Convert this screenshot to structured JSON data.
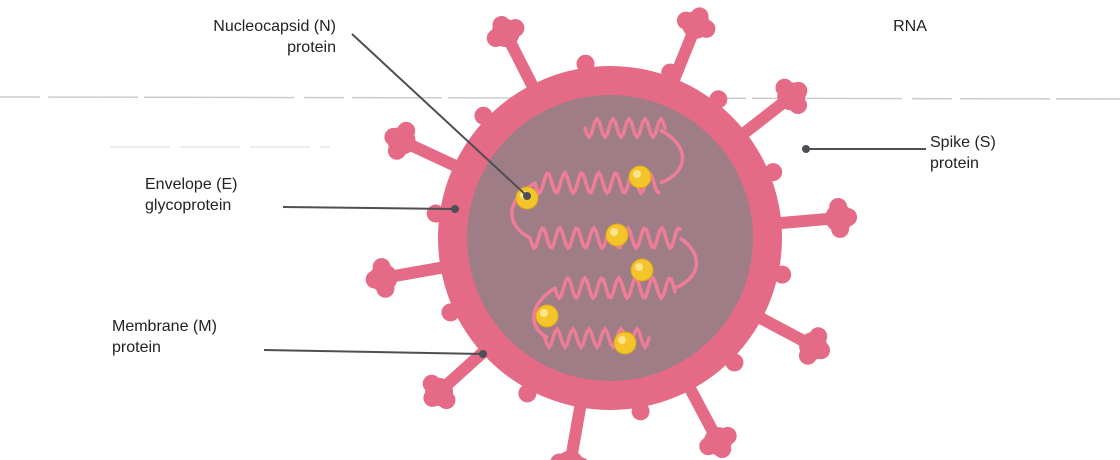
{
  "colors": {
    "virus_pink": "#e46a86",
    "virus_pink_dark": "#d35473",
    "core_gray": "#9f7d86",
    "rna_pink": "#f07d98",
    "protein_yellow": "#f3c52b",
    "leader_line": "#4d4f54"
  },
  "labels": {
    "nucleocapsid": {
      "line1": "Nucleocapsid (N)",
      "line2": "protein"
    },
    "rna": {
      "line1": "RNA"
    },
    "spike": {
      "line1": "Spike (S)",
      "line2": "protein"
    },
    "envelope": {
      "line1": "Envelope (E)",
      "line2": "glycoprotein"
    },
    "membrane": {
      "line1": "Membrane (M)",
      "line2": "protein"
    }
  }
}
